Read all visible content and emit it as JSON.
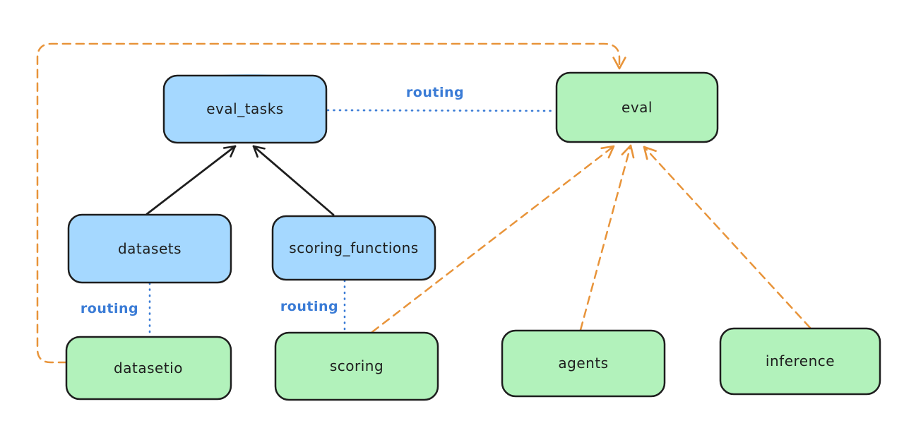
{
  "diagram": {
    "type": "architecture-diagram",
    "style": "hand-drawn-excalidraw",
    "nodes": [
      {
        "id": "eval_tasks",
        "label": "eval_tasks",
        "fill": "#a5d8ff"
      },
      {
        "id": "eval",
        "label": "eval",
        "fill": "#b2f2bb"
      },
      {
        "id": "datasets",
        "label": "datasets",
        "fill": "#a5d8ff"
      },
      {
        "id": "scoring_functions",
        "label": "scoring_functions",
        "fill": "#a5d8ff"
      },
      {
        "id": "datasetio",
        "label": "datasetio",
        "fill": "#b2f2bb"
      },
      {
        "id": "scoring",
        "label": "scoring",
        "fill": "#b2f2bb"
      },
      {
        "id": "agents",
        "label": "agents",
        "fill": "#b2f2bb"
      },
      {
        "id": "inference",
        "label": "inference",
        "fill": "#b2f2bb"
      }
    ],
    "edges": [
      {
        "from": "datasets",
        "to": "eval_tasks",
        "type": "solid-arrow",
        "color": "#1e1e1e"
      },
      {
        "from": "scoring_functions",
        "to": "eval_tasks",
        "type": "solid-arrow",
        "color": "#1e1e1e"
      },
      {
        "from": "eval_tasks",
        "to": "eval",
        "type": "dotted",
        "color": "#3b7cd6",
        "label": "routing"
      },
      {
        "from": "datasets",
        "to": "datasetio",
        "type": "dotted",
        "color": "#3b7cd6",
        "label": "routing"
      },
      {
        "from": "scoring_functions",
        "to": "scoring",
        "type": "dotted",
        "color": "#3b7cd6",
        "label": "routing"
      },
      {
        "from": "scoring",
        "to": "eval",
        "type": "dashed-arrow",
        "color": "#e8943a"
      },
      {
        "from": "agents",
        "to": "eval",
        "type": "dashed-arrow",
        "color": "#e8943a"
      },
      {
        "from": "inference",
        "to": "eval",
        "type": "dashed-arrow",
        "color": "#e8943a"
      },
      {
        "from": "datasetio",
        "to": "eval",
        "type": "dashed-arrow-loop",
        "color": "#e8943a"
      }
    ],
    "colors": {
      "background": "#ffffff",
      "node_stroke": "#1e1e1e",
      "blue_node_fill": "#a5d8ff",
      "green_node_fill": "#b2f2bb",
      "routing_blue": "#3b7cd6",
      "orange_dashed": "#e8943a",
      "black_arrow": "#1e1e1e"
    }
  }
}
